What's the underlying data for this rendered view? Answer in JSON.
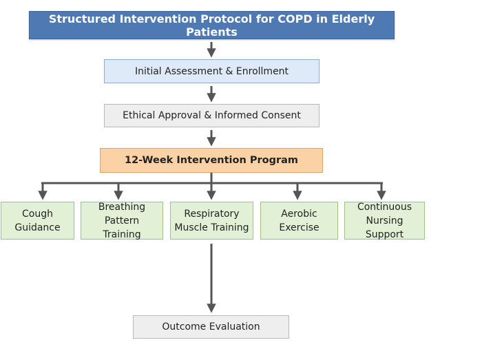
{
  "diagram": {
    "title": "Structured Intervention Protocol for COPD in Elderly Patients",
    "steps": {
      "assessment": "Initial Assessment & Enrollment",
      "ethics": "Ethical Approval & Informed Consent",
      "program": "12-Week Intervention Program",
      "outcome": "Outcome Evaluation"
    },
    "components": [
      "Cough\nGuidance",
      "Breathing\nPattern Training",
      "Respiratory\nMuscle Training",
      "Aerobic\nExercise",
      "Continuous\nNursing Support"
    ],
    "colors": {
      "title_fill": "#4f79b3",
      "assessment_fill": "#deeaf8",
      "neutral_fill": "#eeeeee",
      "program_fill": "#fbd2a6",
      "component_fill": "#e2f1d6",
      "arrow": "#555555"
    }
  }
}
